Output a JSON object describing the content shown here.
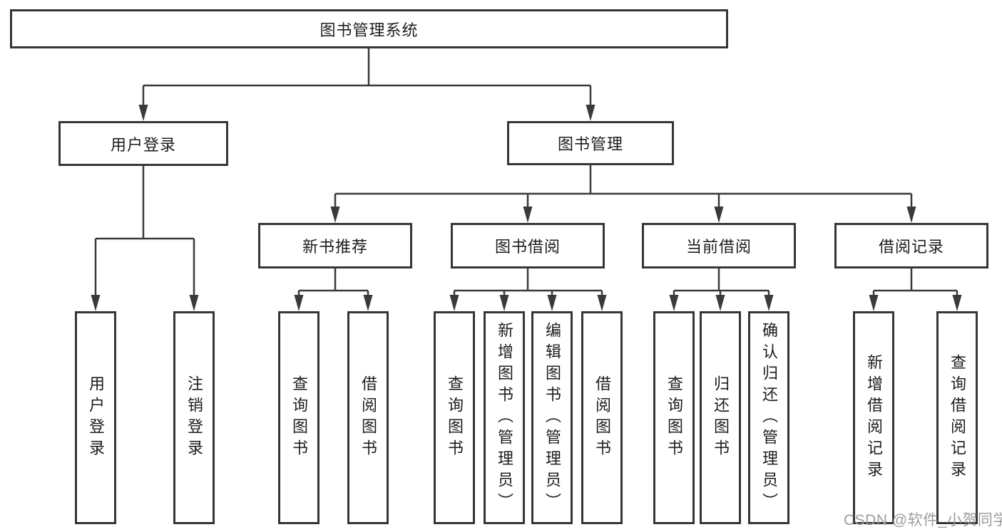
{
  "tree": {
    "label": "图书管理系统",
    "children": [
      {
        "label": "用户登录",
        "children": [
          {
            "label": "用户登录"
          },
          {
            "label": "注销登录"
          }
        ]
      },
      {
        "label": "图书管理",
        "children": [
          {
            "label": "新书推荐",
            "children": [
              {
                "label": "查询图书"
              },
              {
                "label": "借阅图书"
              }
            ]
          },
          {
            "label": "图书借阅",
            "children": [
              {
                "label": "查询图书"
              },
              {
                "label": "新增图书（管理员）"
              },
              {
                "label": "编辑图书（管理员）"
              },
              {
                "label": "借阅图书"
              }
            ]
          },
          {
            "label": "当前借阅",
            "children": [
              {
                "label": "查询图书"
              },
              {
                "label": "归还图书"
              },
              {
                "label": "确认归还（管理员）"
              }
            ]
          },
          {
            "label": "借阅记录",
            "children": [
              {
                "label": "新增借阅记录"
              },
              {
                "label": "查询借阅记录"
              }
            ]
          }
        ]
      }
    ]
  },
  "watermark": {
    "text": "CSDN @软件_小贺同学"
  },
  "colors": {
    "line": "#3a3a3a",
    "border": "#363636",
    "text": "#1d1d1d",
    "watermark": "#9d9d9d",
    "background": "#ffffff"
  }
}
